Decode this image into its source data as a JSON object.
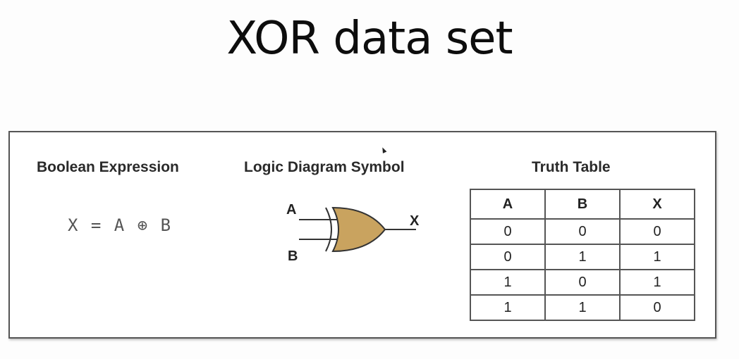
{
  "slide": {
    "title": "XOR data set"
  },
  "figure": {
    "boolean_heading": "Boolean Expression",
    "expression": "X = A ⊕ B",
    "logic_heading": "Logic Diagram Symbol",
    "gate": {
      "input_a": "A",
      "input_b": "B",
      "output": "X",
      "fill_color": "#c9a35f",
      "type": "XOR"
    },
    "truth_heading": "Truth Table",
    "table": {
      "headers": [
        "A",
        "B",
        "X"
      ],
      "rows": [
        [
          "0",
          "0",
          "0"
        ],
        [
          "0",
          "1",
          "1"
        ],
        [
          "1",
          "0",
          "1"
        ],
        [
          "1",
          "1",
          "0"
        ]
      ]
    }
  }
}
